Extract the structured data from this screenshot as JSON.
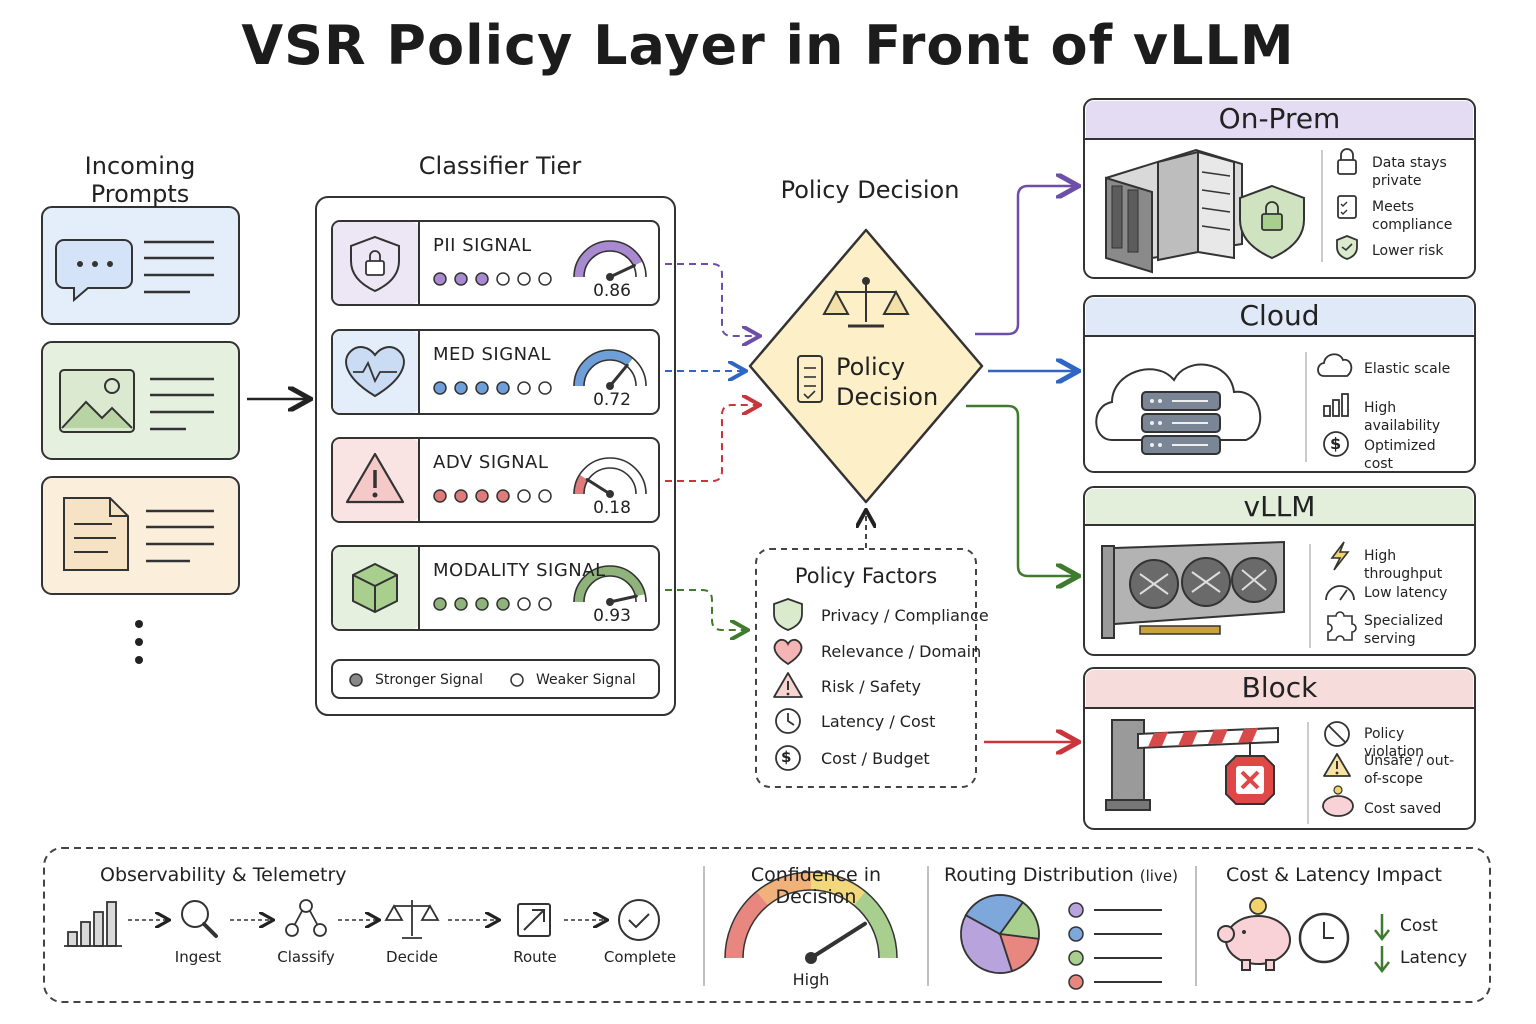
{
  "title": "VSR Policy Layer in Front of vLLM",
  "incoming": {
    "heading": "Incoming Prompts"
  },
  "classifier": {
    "heading": "Classifier Tier",
    "signals": [
      {
        "label": "PII SIGNAL",
        "value": "0.86",
        "level": 0.86,
        "filled": 3,
        "color": "#a98ad0",
        "bg": "#ece6f5",
        "icon": "lock-shield-icon"
      },
      {
        "label": "MED SIGNAL",
        "value": "0.72",
        "level": 0.72,
        "filled": 4,
        "color": "#6f9fd8",
        "bg": "#e4eefa",
        "icon": "heart-pulse-icon"
      },
      {
        "label": "ADV SIGNAL",
        "value": "0.18",
        "level": 0.18,
        "filled": 4,
        "color": "#e07b7b",
        "bg": "#fae3e3",
        "icon": "warning-triangle-icon"
      },
      {
        "label": "MODALITY SIGNAL",
        "value": "0.93",
        "level": 0.93,
        "filled": 4,
        "color": "#8fb37a",
        "bg": "#e6f0df",
        "icon": "cube-icon"
      }
    ],
    "legend": {
      "strong": "Stronger Signal",
      "weak": "Weaker Signal"
    }
  },
  "policy": {
    "heading": "Policy Decision",
    "diamond_line1": "Policy",
    "diamond_line2": "Decision",
    "factors_title": "Policy Factors",
    "factors": [
      {
        "label": "Privacy / Compliance",
        "icon": "shield-icon"
      },
      {
        "label": "Relevance / Domain",
        "icon": "heart-icon"
      },
      {
        "label": "Risk / Safety",
        "icon": "warning-icon"
      },
      {
        "label": "Latency / Cost",
        "icon": "clock-icon"
      },
      {
        "label": "Cost / Budget",
        "icon": "dollar-icon"
      }
    ]
  },
  "destinations": [
    {
      "title": "On-Prem",
      "color": "#e3dcf2",
      "features": [
        "Data stays private",
        "Meets compliance",
        "Lower risk"
      ]
    },
    {
      "title": "Cloud",
      "color": "#dfe9f7",
      "features": [
        "Elastic scale",
        "High availability",
        "Optimized cost"
      ]
    },
    {
      "title": "vLLM",
      "color": "#e3efdb",
      "features": [
        "High throughput",
        "Low latency",
        "Specialized serving"
      ]
    },
    {
      "title": "Block",
      "color": "#f7dcdc",
      "features": [
        "Policy violation",
        "Unsafe / out-of-scope",
        "Cost saved"
      ]
    }
  ],
  "observability": {
    "title": "Observability & Telemetry",
    "steps": [
      "Ingest",
      "Classify",
      "Decide",
      "Route",
      "Complete"
    ],
    "confidence_title": "Confidence in Decision",
    "confidence_label": "High",
    "confidence_level": 0.82,
    "routing_title": "Routing Distribution",
    "routing_suffix": "(live)",
    "routing_slices": [
      {
        "value": 38,
        "color": "#b9a3dc"
      },
      {
        "value": 27,
        "color": "#7ea7dc"
      },
      {
        "value": 17,
        "color": "#a9cf8f"
      },
      {
        "value": 18,
        "color": "#e8877f"
      }
    ],
    "impact_title": "Cost & Latency Impact",
    "impact_items": [
      "Cost",
      "Latency"
    ]
  },
  "colors": {
    "purple": "#6b4fa8",
    "blue": "#2f66c4",
    "red": "#c9353a",
    "green": "#3f7a2e",
    "ink": "#333333"
  }
}
